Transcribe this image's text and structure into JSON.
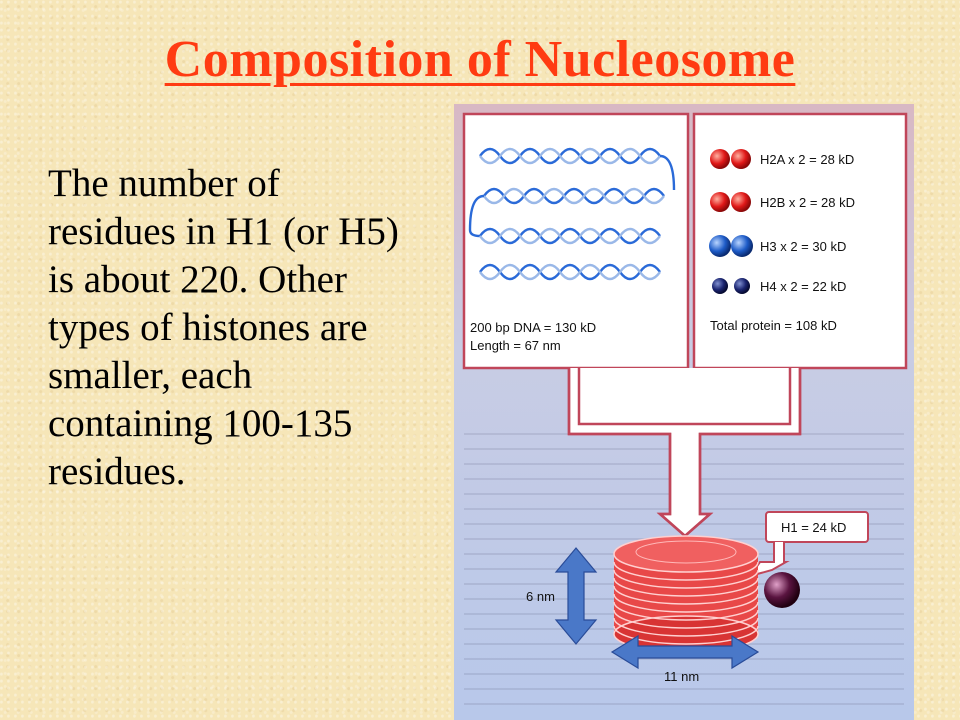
{
  "slide": {
    "title": "Composition of Nucleosome",
    "body": "The number of residues in H1 (or H5) is about 220. Other types of histones are smaller, each containing 100-135 residues."
  },
  "figure": {
    "dna_label_1": "200 bp DNA = 130 kD",
    "dna_label_2": "Length = 67 nm",
    "histones": [
      {
        "label": "H2A x 2 = 28 kD",
        "color": "#e01818"
      },
      {
        "label": "H2B x 2 = 28 kD",
        "color": "#e01818"
      },
      {
        "label": "H3 x 2  = 30 kD",
        "color": "#1e5cc8"
      },
      {
        "label": "H4 x 2  = 22 kD",
        "color": "#1a2470"
      }
    ],
    "total_protein": "Total protein = 108 kD",
    "h1_label": "H1 = 24 kD",
    "height_label": "6 nm",
    "width_label": "11 nm",
    "colors": {
      "figure_bg": "#c8d4ee",
      "box_border": "#c0465a",
      "arrow_blue": "#4a78c8",
      "disc": "#ee4a4a",
      "h1_ball": "#5a1440"
    }
  }
}
